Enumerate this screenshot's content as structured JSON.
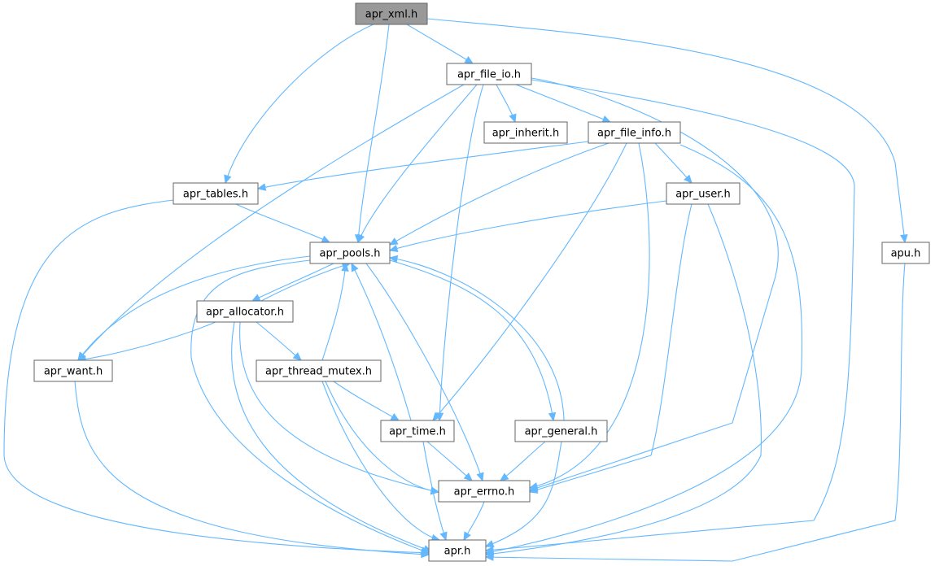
{
  "graph": {
    "root": "apr_xml",
    "colors": {
      "edge": "#63b8ff",
      "root_fill": "#999999",
      "node_fill": "#ffffff",
      "node_border": "#666666"
    },
    "nodes": [
      {
        "id": "apr_xml",
        "label": "apr_xml.h"
      },
      {
        "id": "apr_file_io",
        "label": "apr_file_io.h"
      },
      {
        "id": "apr_inherit",
        "label": "apr_inherit.h"
      },
      {
        "id": "apr_file_info",
        "label": "apr_file_info.h"
      },
      {
        "id": "apr_tables",
        "label": "apr_tables.h"
      },
      {
        "id": "apr_user",
        "label": "apr_user.h"
      },
      {
        "id": "apu",
        "label": "apu.h"
      },
      {
        "id": "apr_pools",
        "label": "apr_pools.h"
      },
      {
        "id": "apr_allocator",
        "label": "apr_allocator.h"
      },
      {
        "id": "apr_want",
        "label": "apr_want.h"
      },
      {
        "id": "apr_thread_mutex",
        "label": "apr_thread_mutex.h"
      },
      {
        "id": "apr_time",
        "label": "apr_time.h"
      },
      {
        "id": "apr_general",
        "label": "apr_general.h"
      },
      {
        "id": "apr_errno",
        "label": "apr_errno.h"
      },
      {
        "id": "apr",
        "label": "apr.h"
      }
    ],
    "edges": [
      [
        "apr_xml",
        "apr_file_io"
      ],
      [
        "apr_xml",
        "apr_tables"
      ],
      [
        "apr_xml",
        "apr_pools"
      ],
      [
        "apr_xml",
        "apu"
      ],
      [
        "apr_file_io",
        "apr_inherit"
      ],
      [
        "apr_file_io",
        "apr_file_info"
      ],
      [
        "apr_file_io",
        "apr_pools"
      ],
      [
        "apr_file_io",
        "apr_want"
      ],
      [
        "apr_file_io",
        "apr_time"
      ],
      [
        "apr_file_io",
        "apr_errno"
      ],
      [
        "apr_file_io",
        "apr"
      ],
      [
        "apr_file_info",
        "apr_tables"
      ],
      [
        "apr_file_info",
        "apr_user"
      ],
      [
        "apr_file_info",
        "apr_pools"
      ],
      [
        "apr_file_info",
        "apr_time"
      ],
      [
        "apr_file_info",
        "apr_errno"
      ],
      [
        "apr_file_info",
        "apr"
      ],
      [
        "apr_tables",
        "apr_pools"
      ],
      [
        "apr_tables",
        "apr"
      ],
      [
        "apr_user",
        "apr_pools"
      ],
      [
        "apr_user",
        "apr_errno"
      ],
      [
        "apr_user",
        "apr"
      ],
      [
        "apu",
        "apr"
      ],
      [
        "apr_pools",
        "apr_allocator"
      ],
      [
        "apr_pools",
        "apr_want"
      ],
      [
        "apr_pools",
        "apr_general"
      ],
      [
        "apr_pools",
        "apr_errno"
      ],
      [
        "apr_pools",
        "apr"
      ],
      [
        "apr_allocator",
        "apr_pools"
      ],
      [
        "apr_allocator",
        "apr_want"
      ],
      [
        "apr_allocator",
        "apr_thread_mutex"
      ],
      [
        "apr_allocator",
        "apr_errno"
      ],
      [
        "apr_allocator",
        "apr"
      ],
      [
        "apr_thread_mutex",
        "apr_pools"
      ],
      [
        "apr_thread_mutex",
        "apr_time"
      ],
      [
        "apr_thread_mutex",
        "apr_errno"
      ],
      [
        "apr_thread_mutex",
        "apr"
      ],
      [
        "apr_time",
        "apr_pools"
      ],
      [
        "apr_time",
        "apr_errno"
      ],
      [
        "apr_time",
        "apr"
      ],
      [
        "apr_general",
        "apr_pools"
      ],
      [
        "apr_general",
        "apr_errno"
      ],
      [
        "apr_general",
        "apr"
      ],
      [
        "apr_want",
        "apr"
      ],
      [
        "apr_errno",
        "apr"
      ]
    ]
  }
}
